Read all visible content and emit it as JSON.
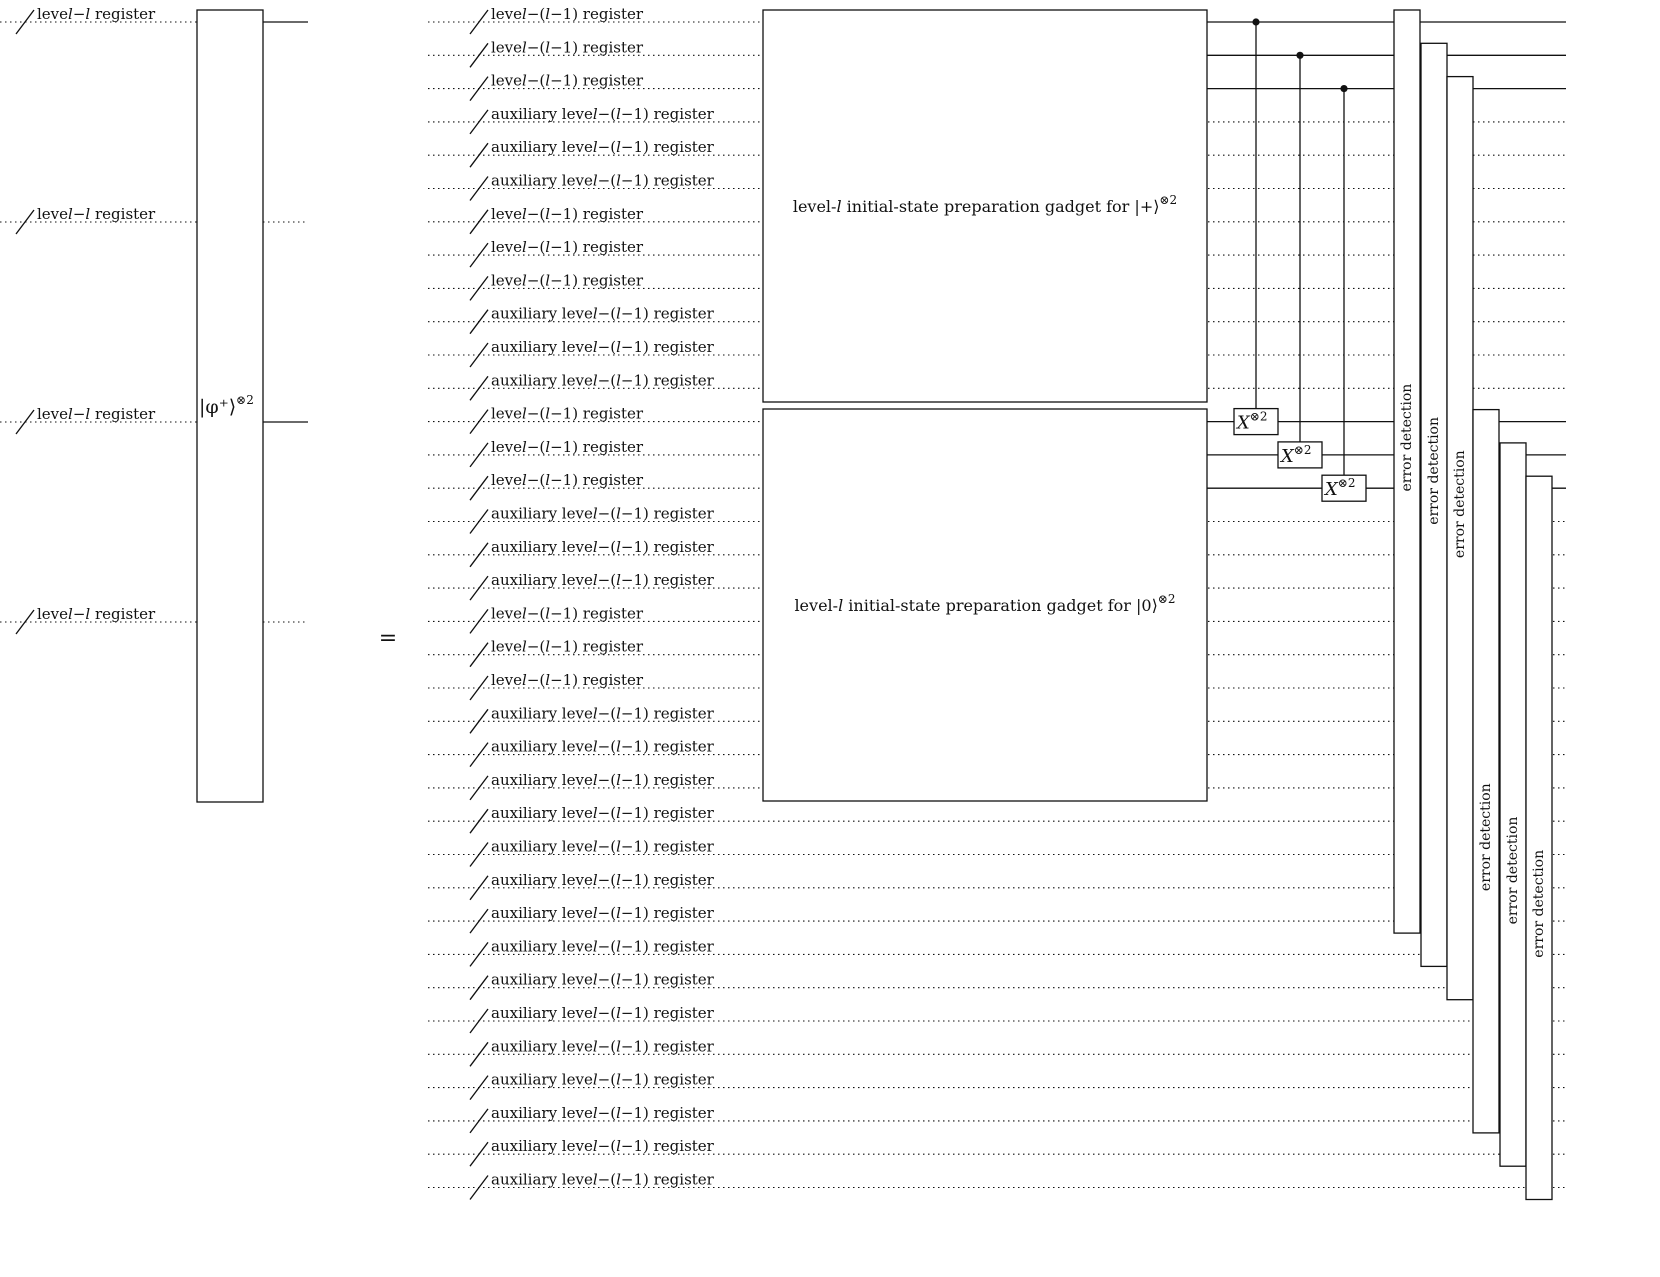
{
  "lhs": {
    "registers": [
      {
        "label": "level−l register",
        "output": "solid"
      },
      {
        "label": "level−l register",
        "output": "dotted"
      },
      {
        "label": "level−l register",
        "output": "solid"
      },
      {
        "label": "level−l register",
        "output": "dotted"
      }
    ],
    "state_box": {
      "ket": "|φ⁺⟩",
      "power": "⊗2"
    }
  },
  "equals": "=",
  "rhs": {
    "registers": [
      "level−(l−1) register",
      "level−(l−1) register",
      "level−(l−1) register",
      "auxiliary level−(l−1) register",
      "auxiliary level−(l−1) register",
      "auxiliary level−(l−1) register",
      "level−(l−1) register",
      "level−(l−1) register",
      "level−(l−1) register",
      "auxiliary level−(l−1) register",
      "auxiliary level−(l−1) register",
      "auxiliary level−(l−1) register",
      "level−(l−1) register",
      "level−(l−1) register",
      "level−(l−1) register",
      "auxiliary level−(l−1) register",
      "auxiliary level−(l−1) register",
      "auxiliary level−(l−1) register",
      "level−(l−1) register",
      "level−(l−1) register",
      "level−(l−1) register",
      "auxiliary level−(l−1) register",
      "auxiliary level−(l−1) register",
      "auxiliary level−(l−1) register",
      "auxiliary level−(l−1) register",
      "auxiliary level−(l−1) register",
      "auxiliary level−(l−1) register",
      "auxiliary level−(l−1) register",
      "auxiliary level−(l−1) register",
      "auxiliary level−(l−1) register",
      "auxiliary level−(l−1) register",
      "auxiliary level−(l−1) register",
      "auxiliary level−(l−1) register",
      "auxiliary level−(l−1) register",
      "auxiliary level−(l−1) register",
      "auxiliary level−(l−1) register"
    ],
    "gadgets": [
      {
        "prefix": "level-",
        "level_symbol": "l",
        "text": " initial-state preparation gadget for ",
        "state": "|+⟩",
        "power": "⊗2"
      },
      {
        "prefix": "level-",
        "level_symbol": "l",
        "text": " initial-state preparation gadget for ",
        "state": "|0⟩",
        "power": "⊗2"
      }
    ],
    "cnot_target": {
      "base": "X",
      "power": "⊗2"
    },
    "error_detection_label": "error detection"
  }
}
